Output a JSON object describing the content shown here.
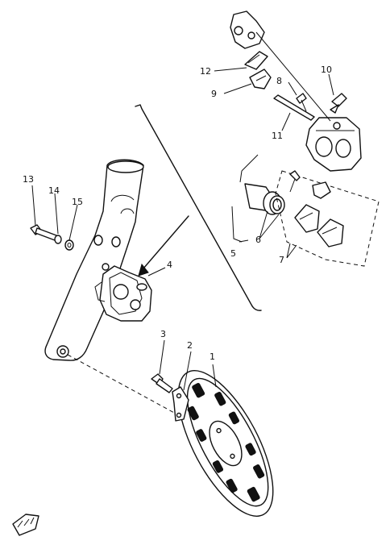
{
  "callouts": [
    {
      "id": "c1",
      "text": "1"
    },
    {
      "id": "c2",
      "text": "2"
    },
    {
      "id": "c3",
      "text": "3"
    },
    {
      "id": "c4",
      "text": "4"
    },
    {
      "id": "c5",
      "text": "5"
    },
    {
      "id": "c6",
      "text": "6"
    },
    {
      "id": "c7",
      "text": "7"
    },
    {
      "id": "c8",
      "text": "8"
    },
    {
      "id": "c9",
      "text": "9"
    },
    {
      "id": "c10",
      "text": "10"
    },
    {
      "id": "c11",
      "text": "11"
    },
    {
      "id": "c12",
      "text": "12"
    },
    {
      "id": "c13",
      "text": "13"
    },
    {
      "id": "c14",
      "text": "14"
    },
    {
      "id": "c15",
      "text": "15"
    }
  ],
  "colors": {
    "ink": "#111111",
    "paper": "#ffffff"
  },
  "icons": {
    "front": "front-direction-icon"
  }
}
